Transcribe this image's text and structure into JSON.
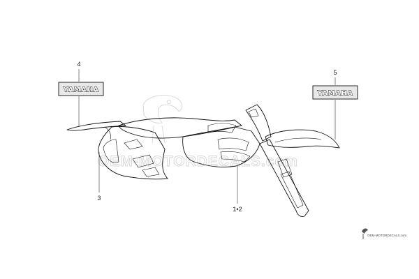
{
  "diagram": {
    "callouts": {
      "part4": "4",
      "part5": "5",
      "part3": "3",
      "part12": "1•2"
    },
    "emblems": {
      "left": "YAMAHA",
      "right": "YAMAHA"
    },
    "watermark": {
      "main": "OEM-MOTORDECALS.com",
      "footer": "OEM-MOTORDECALS.com"
    },
    "colors": {
      "line": "#111111",
      "watermark": "#d6d6d6",
      "emblem_fill": "#e8e8e8"
    }
  }
}
